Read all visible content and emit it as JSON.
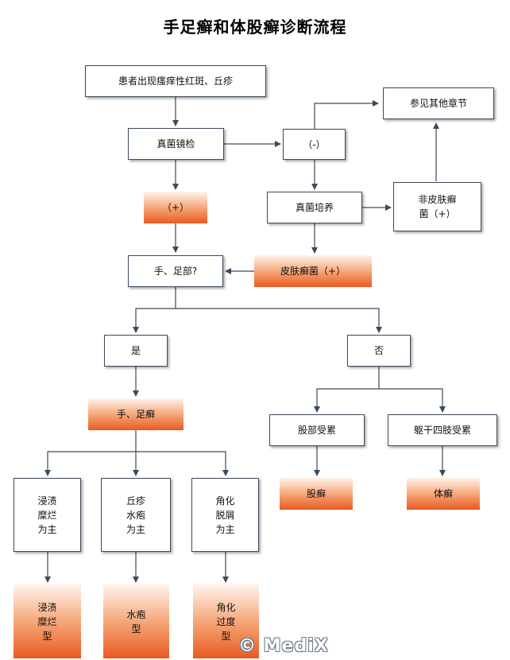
{
  "title": "手足癣和体股癣诊断流程",
  "nodes": {
    "patient": "患者出现瘙痒性红斑、丘疹",
    "see_other": "参见其他章节",
    "microscopy": "真菌镜检",
    "negative": "（-）",
    "positive": "（+）",
    "culture": "真菌培养",
    "non_derm": "非皮肤癣\n菌（+）",
    "hand_foot_q": "手、足部?",
    "derm_pos": "皮肤癣菌（+）",
    "yes": "是",
    "no": "否",
    "tinea_mp": "手、足癣",
    "groin": "股部受累",
    "trunk": "躯干四肢受累",
    "macerated": "浸渍\n糜烂\n为主",
    "papule": "丘疹\n水疱\n为主",
    "keratotic": "角化\n脱屑\n为主",
    "tinea_cruris": "股癣",
    "tinea_corporis": "体癣",
    "type_macerated": "浸渍\n糜烂\n型",
    "type_vesicular": "水疱\n型",
    "type_hyperkeratotic": "角化\n过度\n型"
  },
  "watermark": "© MediX",
  "colors": {
    "line": "#3c4a5a",
    "accent": "#e85a22"
  }
}
